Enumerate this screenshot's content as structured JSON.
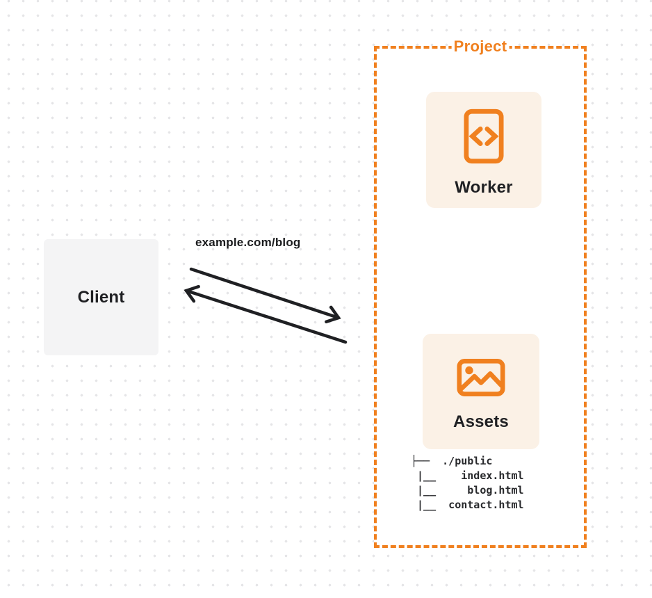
{
  "colors": {
    "orange": "#F0801F",
    "ink": "#1F2023",
    "panel": "#FBF1E6",
    "clientfill": "#F4F4F5",
    "dot": "#E5E5E7"
  },
  "client": {
    "label": "Client"
  },
  "request": {
    "label": "example.com/blog"
  },
  "project": {
    "label": "Project",
    "worker": {
      "label": "Worker",
      "icon": "code-file-icon"
    },
    "assets": {
      "label": "Assets",
      "icon": "image-icon"
    }
  },
  "file_tree": {
    "root": "./public",
    "files": [
      "index.html",
      "blog.html",
      "contact.html"
    ],
    "lines": [
      "├──  ./public",
      " |__    index.html",
      " |__     blog.html",
      " |__  contact.html"
    ]
  }
}
